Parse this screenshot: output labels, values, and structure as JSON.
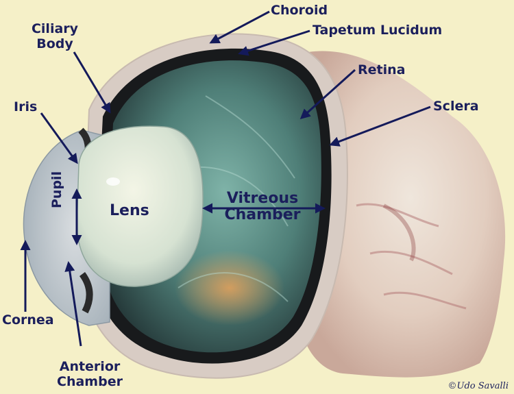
{
  "labels": {
    "choroid": "Choroid",
    "tapetum": "Tapetum  Lucidum",
    "ciliary_line1": "Ciliary",
    "ciliary_line2": "Body",
    "retina": "Retina",
    "sclera": "Sclera",
    "iris": "Iris",
    "lens": "Lens",
    "pupil": "Pupil",
    "vitreous_line1": "Vitreous",
    "vitreous_line2": "Chamber",
    "cornea": "Cornea",
    "anterior_line1": "Anterior",
    "anterior_line2": "Chamber"
  },
  "credit": "©Udo Savalli",
  "colors": {
    "background": "#f5f0c8",
    "label_text": "#1b1f5c",
    "arrow": "#141a5a"
  }
}
